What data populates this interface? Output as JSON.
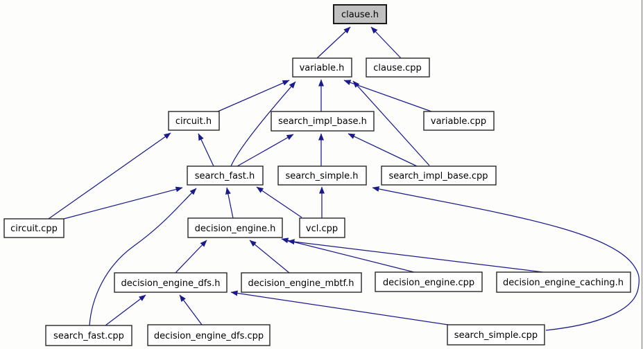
{
  "graph": {
    "root_label": "clause.h",
    "nodes": [
      {
        "id": "clause_h",
        "label": "clause.h",
        "highlighted": true
      },
      {
        "id": "variable_h",
        "label": "variable.h",
        "highlighted": false
      },
      {
        "id": "clause_cpp",
        "label": "clause.cpp",
        "highlighted": false
      },
      {
        "id": "circuit_h",
        "label": "circuit.h",
        "highlighted": false
      },
      {
        "id": "search_impl_base_h",
        "label": "search_impl_base.h",
        "highlighted": false
      },
      {
        "id": "variable_cpp",
        "label": "variable.cpp",
        "highlighted": false
      },
      {
        "id": "search_fast_h",
        "label": "search_fast.h",
        "highlighted": false
      },
      {
        "id": "search_simple_h",
        "label": "search_simple.h",
        "highlighted": false
      },
      {
        "id": "search_impl_base_cpp",
        "label": "search_impl_base.cpp",
        "highlighted": false
      },
      {
        "id": "circuit_cpp",
        "label": "circuit.cpp",
        "highlighted": false
      },
      {
        "id": "decision_engine_h",
        "label": "decision_engine.h",
        "highlighted": false
      },
      {
        "id": "vcl_cpp",
        "label": "vcl.cpp",
        "highlighted": false
      },
      {
        "id": "decision_engine_dfs_h",
        "label": "decision_engine_dfs.h",
        "highlighted": false
      },
      {
        "id": "decision_engine_mbtf_h",
        "label": "decision_engine_mbtf.h",
        "highlighted": false
      },
      {
        "id": "decision_engine_cpp",
        "label": "decision_engine.cpp",
        "highlighted": false
      },
      {
        "id": "decision_engine_caching_h",
        "label": "decision_engine_caching.h",
        "highlighted": false
      },
      {
        "id": "search_fast_cpp",
        "label": "search_fast.cpp",
        "highlighted": false
      },
      {
        "id": "decision_engine_dfs_cpp",
        "label": "decision_engine_dfs.cpp",
        "highlighted": false
      },
      {
        "id": "search_simple_cpp",
        "label": "search_simple.cpp",
        "highlighted": false
      }
    ],
    "edges": [
      {
        "from": "variable.h",
        "to": "clause.h"
      },
      {
        "from": "clause.cpp",
        "to": "clause.h"
      },
      {
        "from": "circuit.h",
        "to": "variable.h"
      },
      {
        "from": "search_fast.h",
        "to": "variable.h"
      },
      {
        "from": "search_impl_base.h",
        "to": "variable.h"
      },
      {
        "from": "variable.cpp",
        "to": "variable.h"
      },
      {
        "from": "search_impl_base.cpp",
        "to": "variable.h"
      },
      {
        "from": "circuit.cpp",
        "to": "circuit.h"
      },
      {
        "from": "search_fast.h",
        "to": "circuit.h"
      },
      {
        "from": "search_fast.h",
        "to": "search_impl_base.h"
      },
      {
        "from": "search_simple.h",
        "to": "search_impl_base.h"
      },
      {
        "from": "search_impl_base.cpp",
        "to": "search_impl_base.h"
      },
      {
        "from": "circuit.cpp",
        "to": "search_fast.h"
      },
      {
        "from": "decision_engine.h",
        "to": "search_fast.h"
      },
      {
        "from": "vcl.cpp",
        "to": "search_fast.h"
      },
      {
        "from": "search_fast.cpp",
        "to": "search_fast.h"
      },
      {
        "from": "vcl.cpp",
        "to": "search_simple.h"
      },
      {
        "from": "search_simple.cpp",
        "to": "search_simple.h"
      },
      {
        "from": "decision_engine_dfs.h",
        "to": "decision_engine.h"
      },
      {
        "from": "decision_engine_mbtf.h",
        "to": "decision_engine.h"
      },
      {
        "from": "decision_engine.cpp",
        "to": "decision_engine.h"
      },
      {
        "from": "decision_engine_caching.h",
        "to": "decision_engine.h"
      },
      {
        "from": "search_fast.cpp",
        "to": "decision_engine_dfs.h"
      },
      {
        "from": "decision_engine_dfs.cpp",
        "to": "decision_engine_dfs.h"
      },
      {
        "from": "search_simple.cpp",
        "to": "decision_engine_dfs.h"
      }
    ],
    "colors": {
      "edge": "#1a1a8c",
      "node_border": "#262626",
      "node_fill": "#ffffff",
      "highlight_fill": "#c0c0c0",
      "text": "#000000",
      "background": "#fdfdfc",
      "page_border": "#9a9a9a"
    }
  }
}
